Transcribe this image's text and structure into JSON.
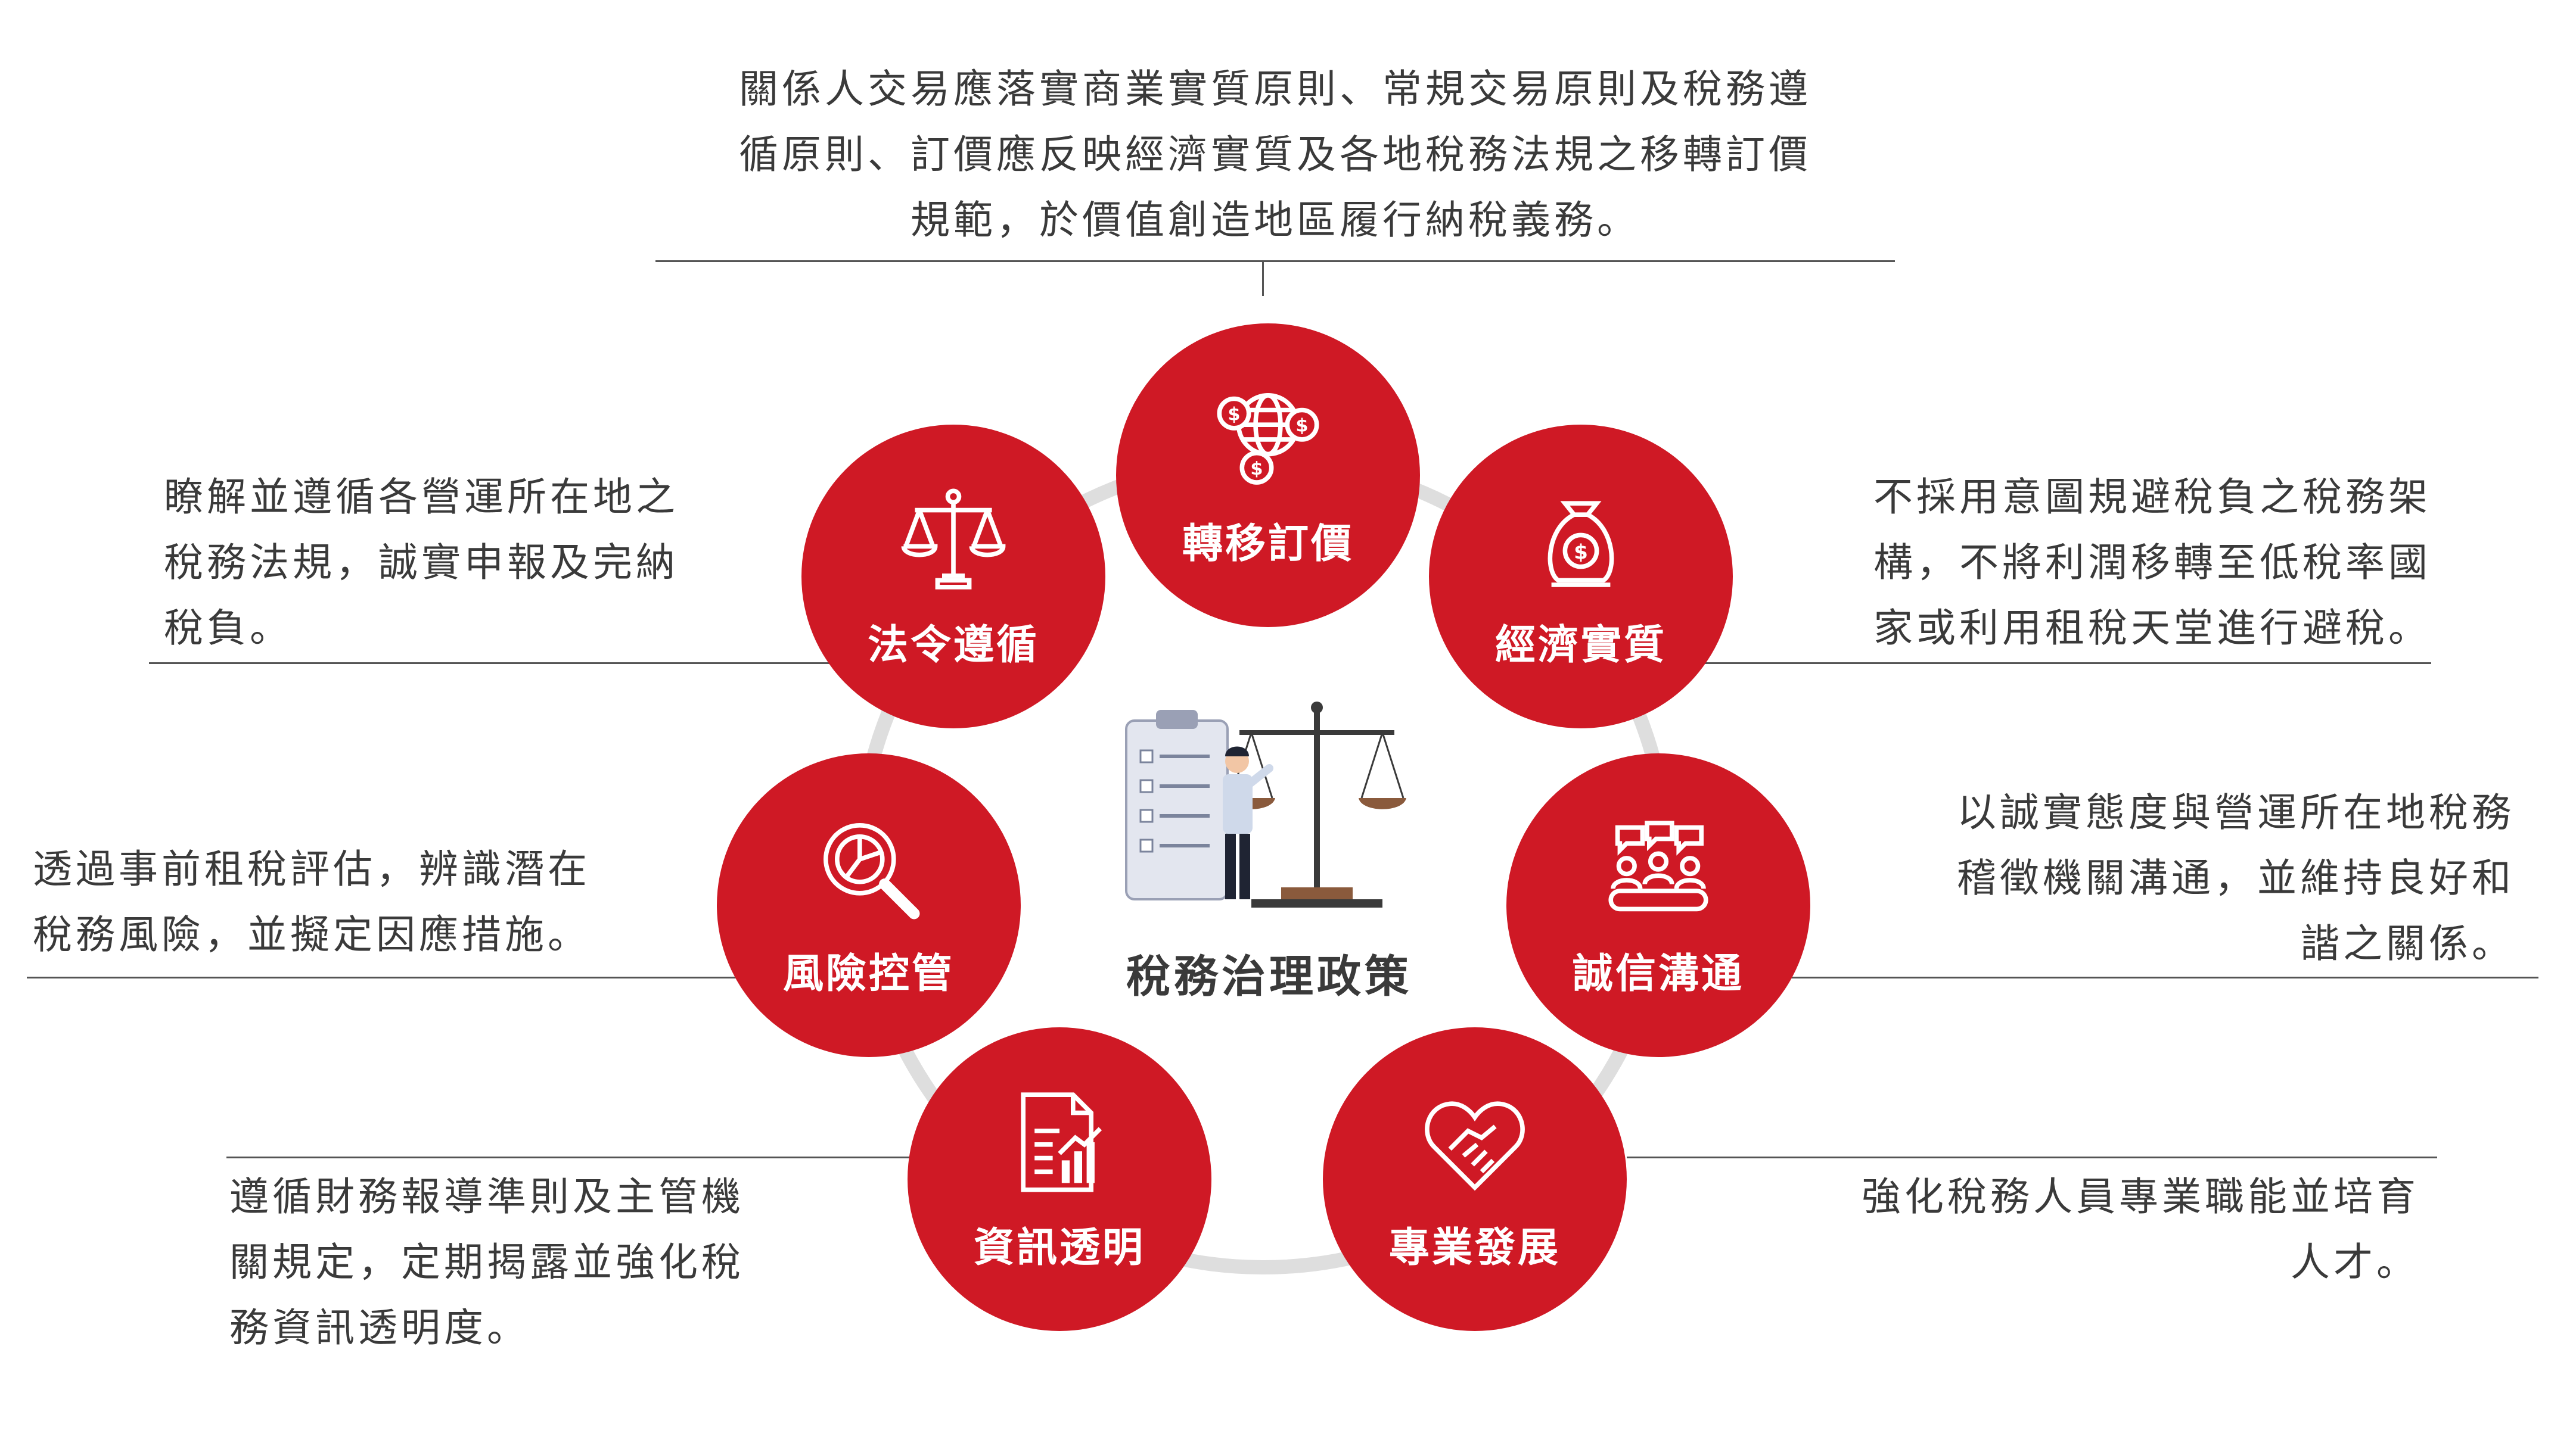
{
  "center": {
    "title": "稅務治理政策"
  },
  "nodes": [
    {
      "id": "transfer-pricing",
      "label": "轉移訂價",
      "icon": "globe-money-icon"
    },
    {
      "id": "economic-substance",
      "label": "經濟實質",
      "icon": "money-bag-icon"
    },
    {
      "id": "integrity-communication",
      "label": "誠信溝通",
      "icon": "meeting-icon"
    },
    {
      "id": "professional-development",
      "label": "專業發展",
      "icon": "handshake-heart-icon"
    },
    {
      "id": "information-transparency",
      "label": "資訊透明",
      "icon": "report-chart-icon"
    },
    {
      "id": "risk-control",
      "label": "風險控管",
      "icon": "magnifier-chart-icon"
    },
    {
      "id": "legal-compliance",
      "label": "法令遵循",
      "icon": "scale-icon"
    }
  ],
  "descriptions": {
    "transfer_pricing": [
      "關係人交易應落實商業實質原則、常規交易原則及稅務遵",
      "循原則、訂價應反映經濟實質及各地稅務法規之移轉訂價",
      "規範，於價值創造地區履行納稅義務。"
    ],
    "economic_substance": [
      "不採用意圖規避稅負之稅務架",
      "構，不將利潤移轉至低稅率國",
      "家或利用租稅天堂進行避稅。"
    ],
    "integrity_communication": [
      "以誠實態度與營運所在地稅務",
      "稽徵機關溝通，並維持良好和",
      "諧之關係。"
    ],
    "professional_development": [
      "強化稅務人員專業職能並培育",
      "人才。"
    ],
    "information_transparency": [
      "遵循財務報導準則及主管機",
      "關規定，定期揭露並強化稅",
      "務資訊透明度。"
    ],
    "risk_control": [
      "透過事前租稅評估，辨識潛在",
      "稅務風險，並擬定因應措施。"
    ],
    "legal_compliance": [
      "瞭解並遵循各營運所在地之",
      "稅務法規，誠實申報及完納",
      "稅負。"
    ]
  },
  "colors": {
    "node": "#cf1925",
    "ring": "#dedede",
    "text": "#3a3a3a",
    "line": "#555555"
  }
}
